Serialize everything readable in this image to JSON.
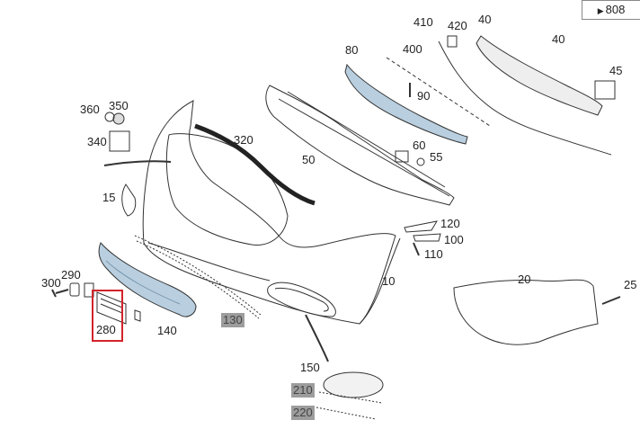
{
  "reference": {
    "arrow": "▶",
    "page": "808"
  },
  "labels": {
    "p10": "10",
    "p15": "15",
    "p20": "20",
    "p25": "25",
    "p40a": "40",
    "p40b": "40",
    "p45": "45",
    "p50": "50",
    "p55": "55",
    "p60": "60",
    "p80": "80",
    "p90": "90",
    "p100": "100",
    "p110": "110",
    "p120": "120",
    "p130": "130",
    "p140": "140",
    "p150": "150",
    "p210": "210",
    "p220": "220",
    "p280": "280",
    "p290": "290",
    "p300": "300",
    "p320": "320",
    "p340": "340",
    "p350": "350",
    "p360": "360",
    "p400": "400",
    "p410": "410",
    "p420": "420"
  },
  "highlighted_part": "280",
  "colors": {
    "part_fill": "#b9cfe0",
    "highlight": "#d2232a",
    "grey_label_bg": "#9d9d9d",
    "line": "#333333"
  }
}
